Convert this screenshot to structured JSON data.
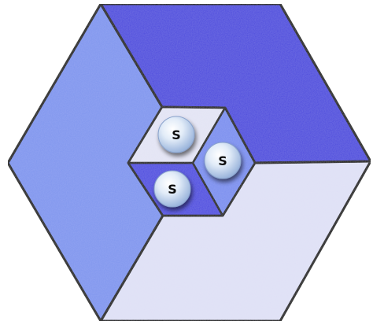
{
  "puzzle": {
    "shape": "hexagonal-cube-illusion",
    "faces": {
      "outer_left": "#7f95ef",
      "outer_top": "#4b48de",
      "outer_bottom_right": "#dfe0f6",
      "inner_top": "#e3e4f4",
      "inner_left": "#4d4ce0",
      "inner_right": "#7a8ff0"
    },
    "tokens": [
      {
        "label": "S",
        "on": "inner-top-face"
      },
      {
        "label": "S",
        "on": "inner-right-face"
      },
      {
        "label": "S",
        "on": "inner-left-face"
      }
    ]
  }
}
